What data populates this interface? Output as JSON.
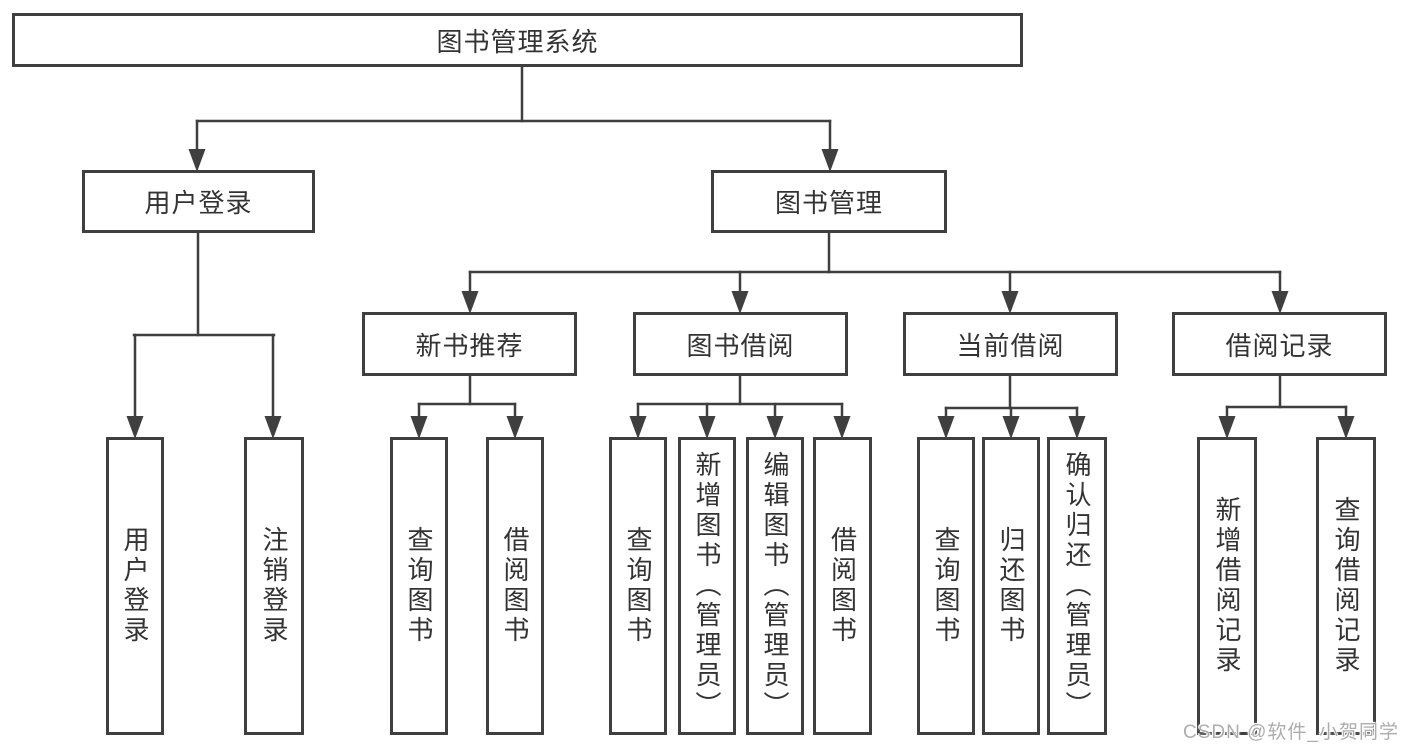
{
  "tree": {
    "root": {
      "label": "图书管理系统"
    },
    "branches": [
      {
        "label": "用户登录",
        "leaves": [
          {
            "label": "用户登录"
          },
          {
            "label": "注销登录"
          }
        ]
      },
      {
        "label": "图书管理",
        "groups": [
          {
            "label": "新书推荐",
            "leaves": [
              {
                "label": "查询图书"
              },
              {
                "label": "借阅图书"
              }
            ]
          },
          {
            "label": "图书借阅",
            "leaves": [
              {
                "label": "查询图书"
              },
              {
                "label": "新增图书（管理员）"
              },
              {
                "label": "编辑图书（管理员）"
              },
              {
                "label": "借阅图书"
              }
            ]
          },
          {
            "label": "当前借阅",
            "leaves": [
              {
                "label": "查询图书"
              },
              {
                "label": "归还图书"
              },
              {
                "label": "确认归还（管理员）"
              }
            ]
          },
          {
            "label": "借阅记录",
            "leaves": [
              {
                "label": "新增借阅记录"
              },
              {
                "label": "查询借阅记录"
              }
            ]
          }
        ]
      }
    ]
  },
  "watermark": {
    "text": "CSDN @软件_小贺同学"
  },
  "colors": {
    "line": "#3f3f3f",
    "box_border": "#3f3f3f",
    "text": "#333333",
    "watermark": "#adadad",
    "background": "#ffffff"
  }
}
